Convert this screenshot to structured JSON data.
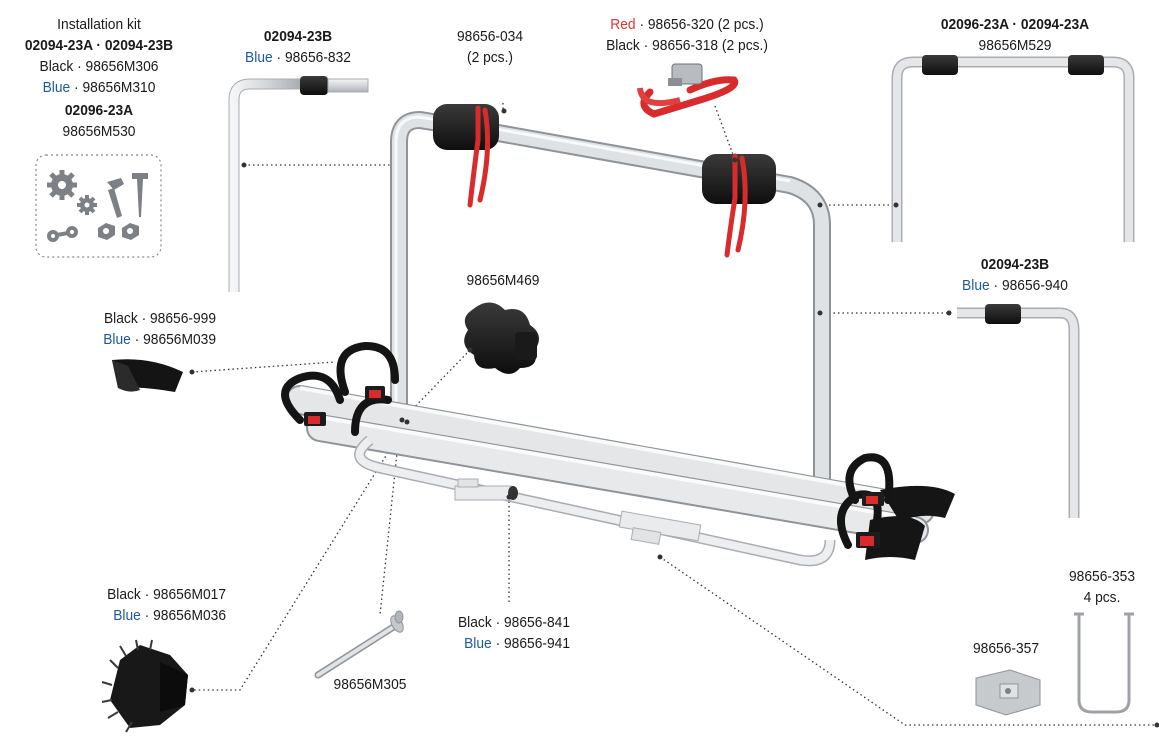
{
  "colors": {
    "aluminium": "#dcdfe2",
    "aluminium_edge": "#a9adb2",
    "black": "#1c1c1c",
    "red": "#e3342f",
    "blue_text": "#1e5a9a"
  },
  "labels": {
    "kit": {
      "title": "Installation kit",
      "models": "02094-23A · 02094-23B",
      "black_name": "Black",
      "black_code": "· 98656M306",
      "blue_name": "Blue",
      "blue_code": "· 98656M310",
      "model2": "02096-23A",
      "code2": "98656M530"
    },
    "top_left": {
      "model": "02094-23B",
      "blue_name": "Blue",
      "code": "· 98656-832"
    },
    "strap": {
      "code": "98656-034",
      "qty": "(2 pcs.)"
    },
    "straps_rb": {
      "red_name": "Red",
      "red_code": "· 98656-320 (2 pcs.)",
      "black_name": "Black",
      "black_code": "· 98656-318 (2 pcs.)"
    },
    "top_right": {
      "models": "02096-23A · 02094-23A",
      "code": "98656M529"
    },
    "right_mid": {
      "model": "02094-23B",
      "blue_name": "Blue",
      "code": "· 98656-940"
    },
    "knob": {
      "code": "98656M469"
    },
    "wheel_holder": {
      "black_name": "Black",
      "black_code": "· 98656-999",
      "blue_name": "Blue",
      "blue_code": "· 98656M039"
    },
    "wheel_clamp": {
      "black_name": "Black",
      "black_code": "· 98656M017",
      "blue_name": "Blue",
      "blue_code": "· 98656M036"
    },
    "bolt": {
      "code": "98656M305"
    },
    "end_cap": {
      "black_name": "Black",
      "black_code": "· 98656-841",
      "blue_name": "Blue",
      "blue_code": "· 98656-941"
    },
    "ubolt": {
      "code": "98656-353",
      "qty": "4 pcs."
    },
    "plate": {
      "code": "98656-357"
    }
  },
  "icons": [
    "gear-icon",
    "screw-icon",
    "chain-link-icon",
    "nut-icon",
    "knob-icon",
    "bolt-icon",
    "u-bolt-icon",
    "mounting-plate-icon",
    "wheel-clamp-icon",
    "wheel-holder-icon",
    "strap-icon",
    "bike-rack-icon"
  ]
}
